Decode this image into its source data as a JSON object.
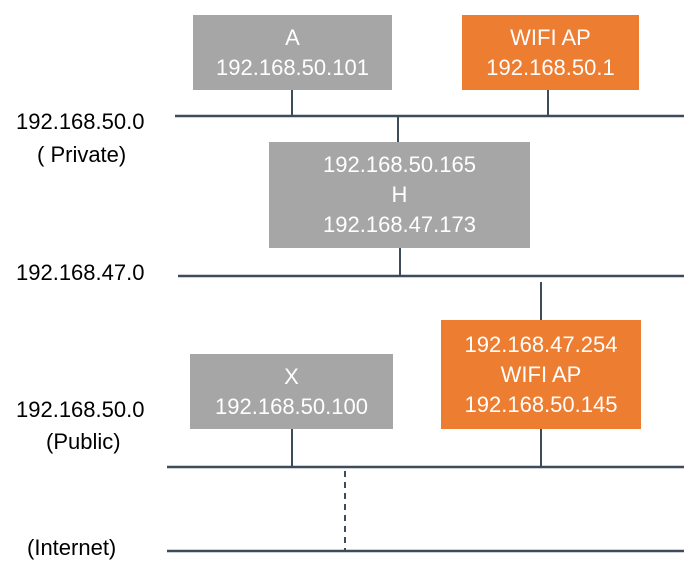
{
  "colors": {
    "host_box": "#a6a6a6",
    "ap_box": "#ed7d31",
    "line": "#3d4b5a",
    "text_on_box": "#ffffff",
    "label_text": "#000000"
  },
  "nodes": {
    "host_a": {
      "line1": "A",
      "line2": "192.168.50.101"
    },
    "wifi_ap_top": {
      "line1": "WIFI AP",
      "line2": "192.168.50.1"
    },
    "host_h": {
      "line1": "192.168.50.165",
      "line2": "H",
      "line3": "192.168.47.173"
    },
    "wifi_ap_bottom": {
      "line1": "192.168.47.254",
      "line2": "WIFI AP",
      "line3": "192.168.50.145"
    },
    "host_x": {
      "line1": "X",
      "line2": "192.168.50.100"
    }
  },
  "networks": {
    "private": {
      "address": "192.168.50.0",
      "tag": "( Private)"
    },
    "mid": {
      "address": "192.168.47.0"
    },
    "public": {
      "address": "192.168.50.0",
      "tag": "(Public)"
    },
    "internet": {
      "tag": "(Internet)"
    }
  },
  "links": {
    "internet_uplink": {
      "style": "dashed"
    }
  }
}
